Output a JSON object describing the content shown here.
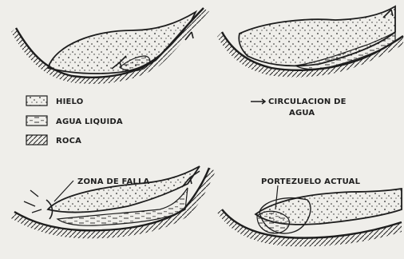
{
  "legend": {
    "ice": "HIELO",
    "water": "AGUA LIQUIDA",
    "rock": "ROCA"
  },
  "annotations": {
    "water_flow_line1": "CIRCULACION DE",
    "water_flow_line2": "AGUA",
    "fault_zone": "ZONA DE FALLA",
    "current_pass": "PORTEZUELO ACTUAL"
  }
}
